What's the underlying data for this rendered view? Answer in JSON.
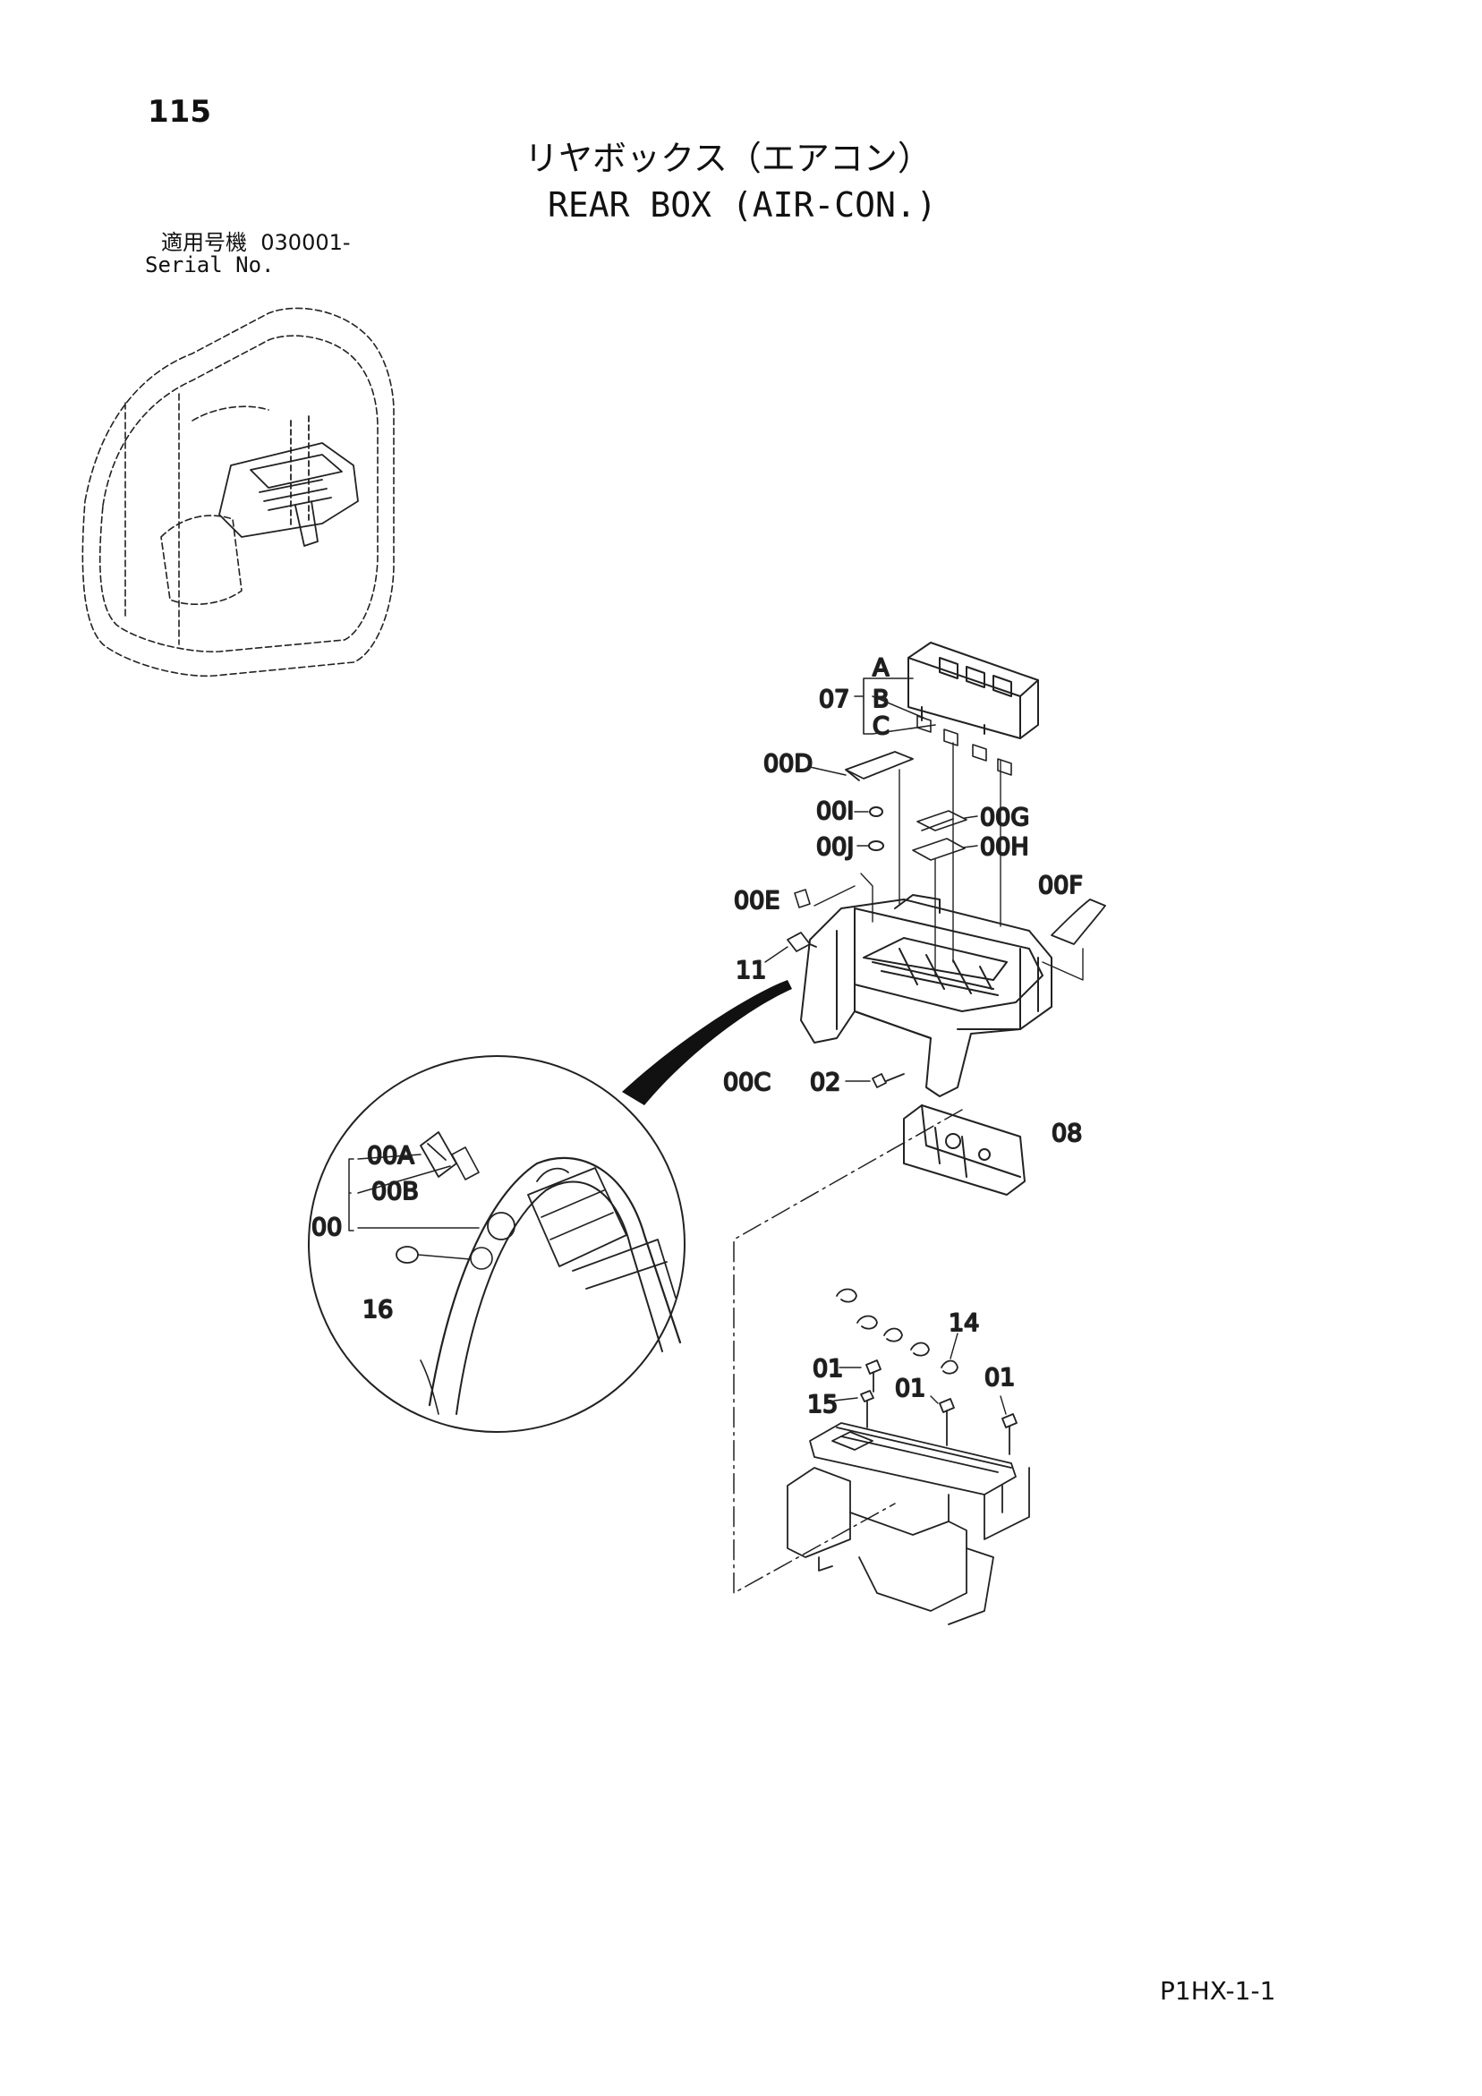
{
  "page_number": "115",
  "title_jp": "リヤボックス（エアコン）",
  "title_en": "REAR BOX (AIR-CON.)",
  "serial_label_jp": "適用号機",
  "serial_number": "030001-",
  "serial_label_en": "Serial No.",
  "footer_code": "P1HX-1-1",
  "callouts": {
    "c07": "07",
    "cA": "A",
    "cB": "B",
    "cC": "C",
    "c00D": "00D",
    "c00I": "00I",
    "c00G": "00G",
    "c00J": "00J",
    "c00H": "00H",
    "c00E": "00E",
    "c00F": "00F",
    "c11": "11",
    "c00C": "00C",
    "c02": "02",
    "c08": "08",
    "c00A": "00A",
    "c00B": "00B",
    "c00": "00",
    "c16": "16",
    "c14": "14",
    "c01a": "01",
    "c01b": "01",
    "c01c": "01",
    "c15": "15"
  }
}
